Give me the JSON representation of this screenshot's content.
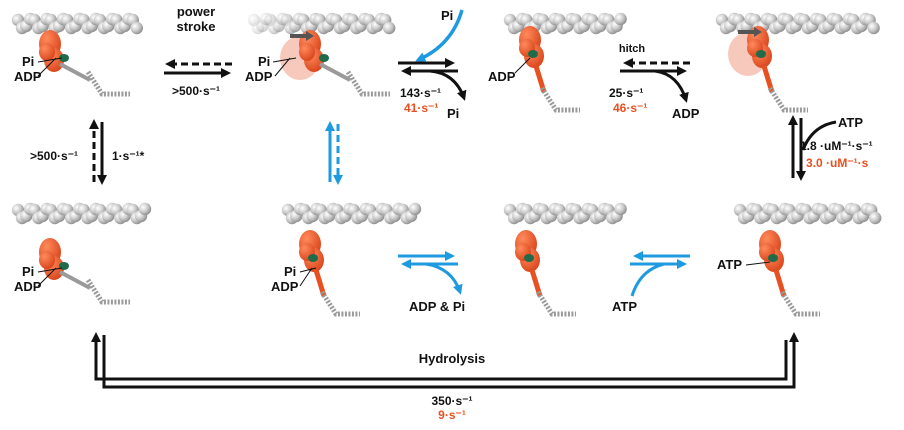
{
  "colors": {
    "actin": "#c8c8c8",
    "myosin": "#e8501f",
    "myosin_faded": "#f4b2a0",
    "nucleotide": "#1f6b4a",
    "arrow_black": "#111111",
    "arrow_blue": "#1e9be0",
    "accent_red_text": "#e8501f",
    "shift_arrow": "#555555"
  },
  "icons": [
    "actin-filament-icon",
    "myosin-head-icon",
    "lever-arm-icon",
    "nucleotide-icon"
  ],
  "labels": {
    "pi": "Pi",
    "adp": "ADP",
    "atp": "ATP",
    "adp_pi": "ADP & Pi",
    "power_stroke_1": "power",
    "power_stroke_2": "stroke",
    "hitch": "hitch",
    "hydrolysis": "Hydrolysis"
  },
  "rates": {
    "power_stroke": ">500·s⁻¹",
    "pi_release_black": "143·s⁻¹",
    "pi_release_red": "41·s⁻¹",
    "adp_release_black": "25·s⁻¹",
    "adp_release_red": "46·s⁻¹",
    "atp_binding_black": "1.8 ·uM⁻¹·s⁻¹",
    "atp_binding_red": "3.0 ·uM⁻¹·s",
    "left_forward": ">500·s⁻¹",
    "left_reverse": "1·s⁻¹*",
    "hydrolysis_black": "350·s⁻¹",
    "hydrolysis_red": "9·s⁻¹"
  }
}
